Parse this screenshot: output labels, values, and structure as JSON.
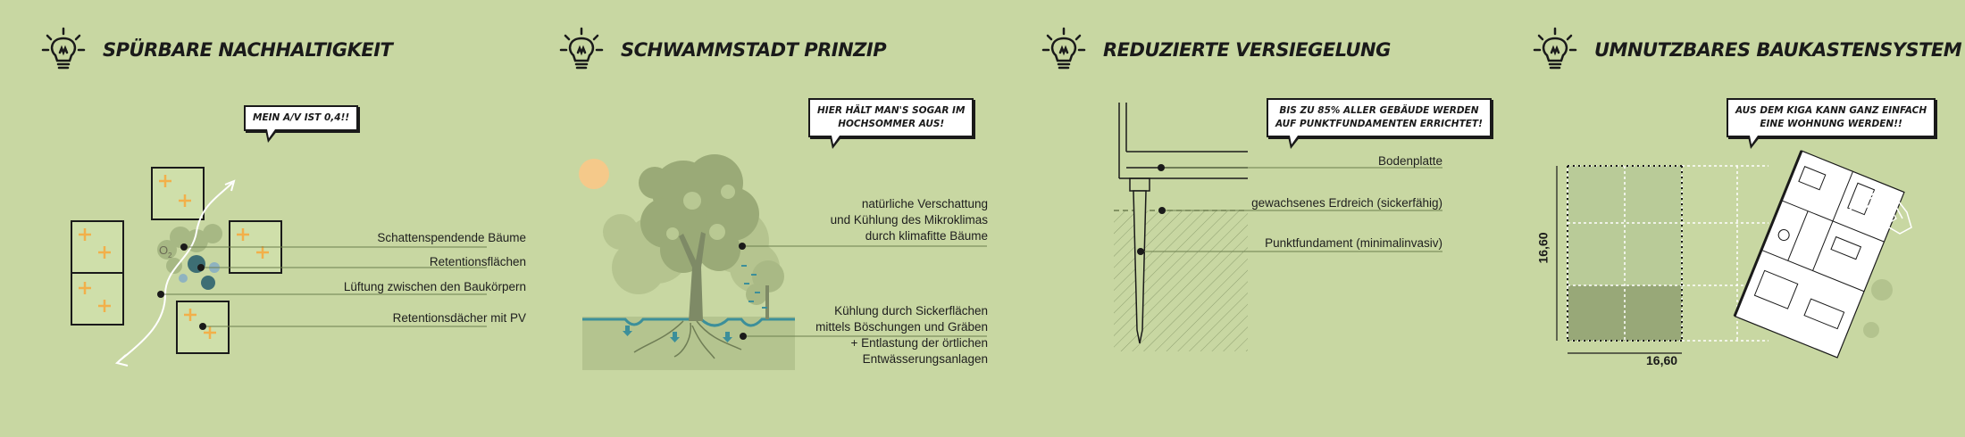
{
  "panels": [
    {
      "title": "SPÜRBARE NACHHALTIGKEIT",
      "bubble": "MEIN A/V IST 0,4!!",
      "labels": [
        "Schattenspendende Bäume",
        "Retentionsflächen",
        "Lüftung zwischen den Baukörpern",
        "Retentionsdächer mit PV"
      ]
    },
    {
      "title": "SCHWAMMSTADT PRINZIP",
      "bubble": [
        "HIER HÄLT MAN'S SOGAR IM",
        "HOCHSOMMER AUS!"
      ],
      "labels": [
        [
          "natürliche Verschattung",
          "und Kühlung des Mikroklimas",
          "durch klimafitte Bäume"
        ],
        [
          "Kühlung durch Sickerflächen",
          "mittels Böschungen und Gräben",
          "+ Entlastung der örtlichen",
          "Entwässerungsanlagen"
        ]
      ]
    },
    {
      "title": "REDUZIERTE VERSIEGELUNG",
      "bubble": [
        "BIS ZU 85% ALLER GEBÄUDE WERDEN",
        "AUF PUNKTFUNDAMENTEN ERRICHTET!"
      ],
      "labels": [
        "Bodenplatte",
        "gewachsenes Erdreich (sickerfähig)",
        "Punktfundament (minimalinvasiv)"
      ]
    },
    {
      "title": "UMNUTZBARES BAUKASTENSYSTEM",
      "bubble": [
        "AUS DEM KIGA KANN GANZ EINFACH",
        "EINE WOHNUNG WERDEN!!"
      ],
      "dim_vertical": "16,60",
      "dim_horizontal": "16,60"
    }
  ],
  "icons": {
    "bulb": "lightbulb-icon",
    "o2": "O2"
  },
  "colors": {
    "background": "#c8d7a2",
    "accent_orange": "#f2b04a",
    "water": "#3c8f9a"
  }
}
